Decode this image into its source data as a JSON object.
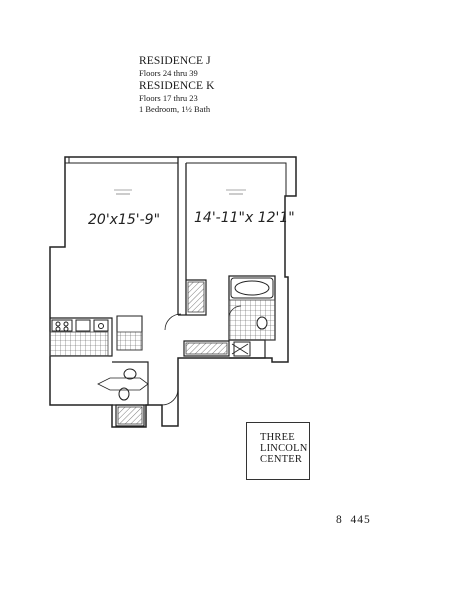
{
  "header": {
    "residence_j": "RESIDENCE J",
    "floors_j": "Floors 24 thru 39",
    "residence_k": "RESIDENCE K",
    "floors_k": "Floors 17 thru 23",
    "unit_type": "1 Bedroom, 1½ Bath"
  },
  "rooms": {
    "living_room_dimensions": "20'x15'-9\"",
    "bedroom_dimensions": "14'-11\"x 12'1\""
  },
  "logo": {
    "line1": "THREE",
    "line2": "LINCOLN",
    "line3": "CENTER"
  },
  "page_number": "8  445"
}
